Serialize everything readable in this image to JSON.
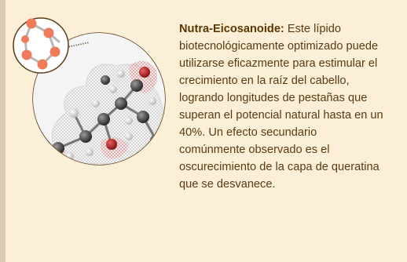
{
  "callout": {
    "term": "Nutra-Eicosanoide:",
    "body_lines": [
      " Este lípido",
      "biotecnológicamente optimizado puede",
      "utilizarse eficazmente para estimular el",
      "crecimiento en la raíz del cabello,",
      "logrando longitudes de pestañas que",
      "superan el potencial natural hasta en un",
      "40%. Un efecto secundario",
      "comúnmente observado es el",
      "oscurecimiento de la capa de queratina",
      "que se desvanece."
    ]
  },
  "colors": {
    "background": "#fcefd7",
    "stripe": "#d9cbb0",
    "text": "#5a3a12",
    "atom_highlight": "#ef7b5a",
    "atom_oxygen": "#b52323",
    "atom_carbon": "#3a3a3a",
    "atom_hydrogen": "#eeeeee"
  },
  "illustration": {
    "name": "molecule-illustration"
  }
}
